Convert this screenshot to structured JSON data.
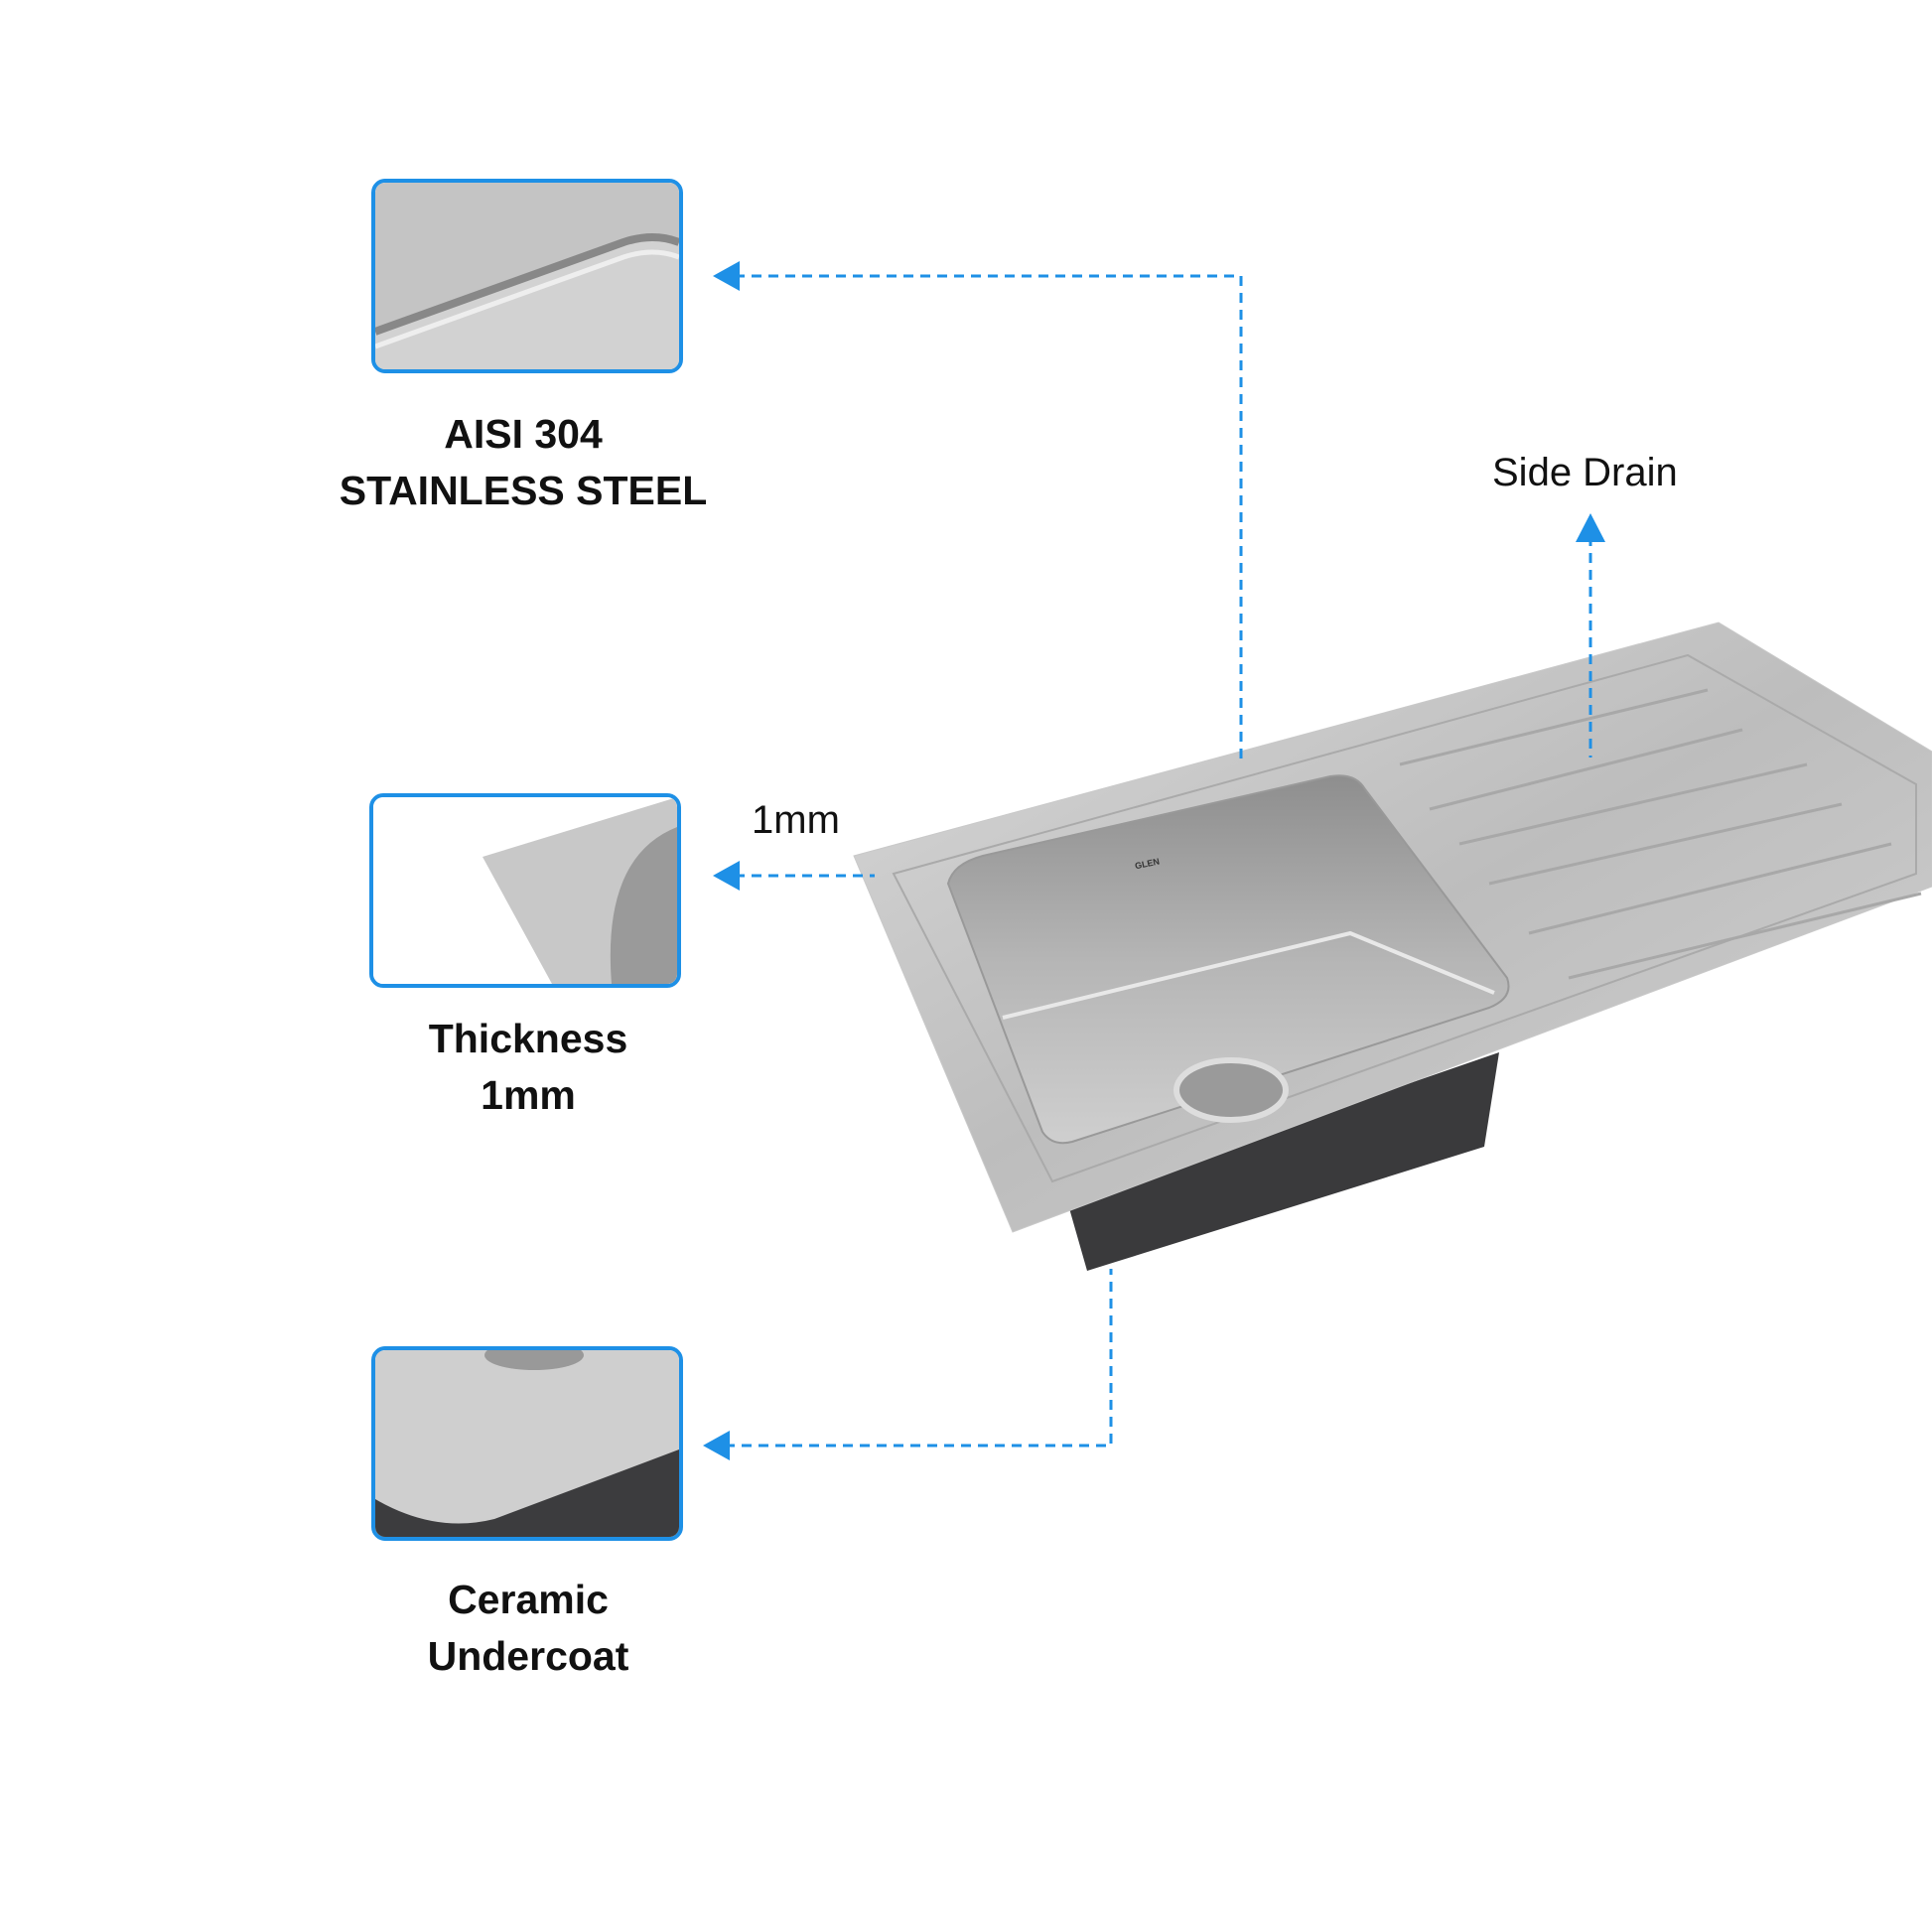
{
  "features": [
    {
      "line1": "AISI 304",
      "line2": "STAINLESS STEEL"
    },
    {
      "line1": "Thickness",
      "line2": "1mm"
    },
    {
      "line1": "Ceramic",
      "line2": "Undercoat"
    }
  ],
  "callouts": {
    "thickness": "1mm",
    "side_drain": "Side Drain"
  },
  "brand_mark": "GLEN",
  "colors": {
    "accent": "#1e90e6"
  }
}
